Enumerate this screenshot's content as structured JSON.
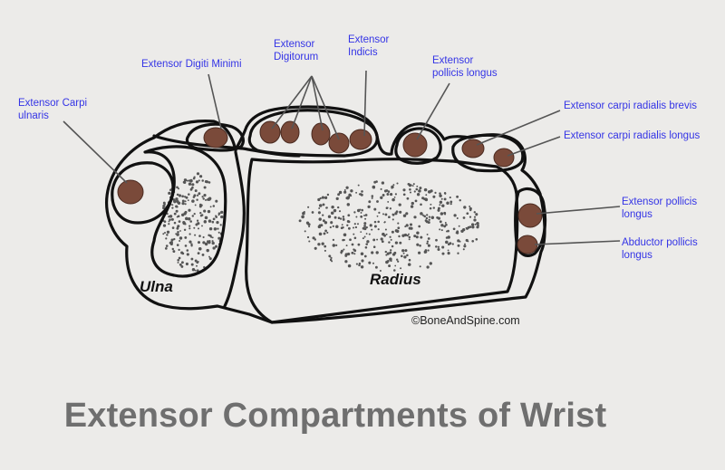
{
  "title": "Extensor Compartments of Wrist",
  "copyright": "©BoneAndSpine.com",
  "bones": {
    "ulna": "Ulna",
    "radius": "Radius"
  },
  "labels": {
    "extensor_carpi_ulnaris": [
      "Extensor Carpi",
      "ulnaris"
    ],
    "extensor_digiti_minimi": [
      "Extensor Digiti Minimi"
    ],
    "extensor_digitorum": [
      "Extensor",
      "Digitorum"
    ],
    "extensor_indicis": [
      "Extensor",
      "Indicis"
    ],
    "extensor_pollicis_longus_top": [
      "Extensor",
      "pollicis longus"
    ],
    "extensor_carpi_radialis_brevis": [
      "Extensor carpi radialis brevis"
    ],
    "extensor_carpi_radialis_longus": [
      "Extensor carpi radialis longus"
    ],
    "extensor_pollicis_longus_side": [
      "Extensor pollicis",
      "longus"
    ],
    "abductor_pollicis_longus": [
      "Abductor pollicis",
      "longus"
    ]
  },
  "colors": {
    "label": "#3434e6",
    "tendon": "#7a4a3a",
    "outline": "#111111",
    "title": "#6f6f6f"
  }
}
